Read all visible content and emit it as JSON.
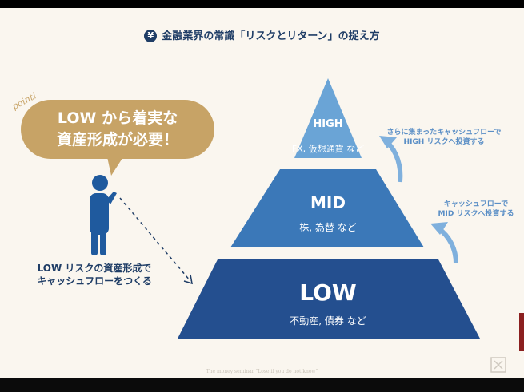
{
  "title": {
    "icon": "yen-icon",
    "icon_glyph": "¥",
    "text": "金融業界の常識「リスクとリターン」の捉え方"
  },
  "point_label": "point!",
  "bubble": {
    "line1": "LOW から着実な",
    "line2": "資産形成が必要！"
  },
  "side_note": {
    "line1": "LOW リスクの資産形成で",
    "line2": "キャッシュフローをつくる"
  },
  "pyramid": {
    "high": {
      "label": "HIGH",
      "examples": "FX, 仮想通貨 など"
    },
    "mid": {
      "label": "MID",
      "examples": "株, 為替 など"
    },
    "low": {
      "label": "LOW",
      "examples": "不動産, 債券 など"
    }
  },
  "notes": {
    "high": {
      "line1": "さらに集まったキャッシュフローで",
      "line2": "HIGH リスクへ投資する"
    },
    "mid": {
      "line1": "キャッシュフローで",
      "line2": "MID リスクへ投資する"
    }
  },
  "footer": "The money seminar \"Lose if you do not know\"",
  "colors": {
    "background": "#faf6ef",
    "navy": "#1f3d66",
    "gold": "#c7a366",
    "high_tier": "#6aa4d6",
    "mid_tier": "#3b78b8",
    "low_tier": "#244f8f",
    "arrow": "#7fb0dd"
  }
}
